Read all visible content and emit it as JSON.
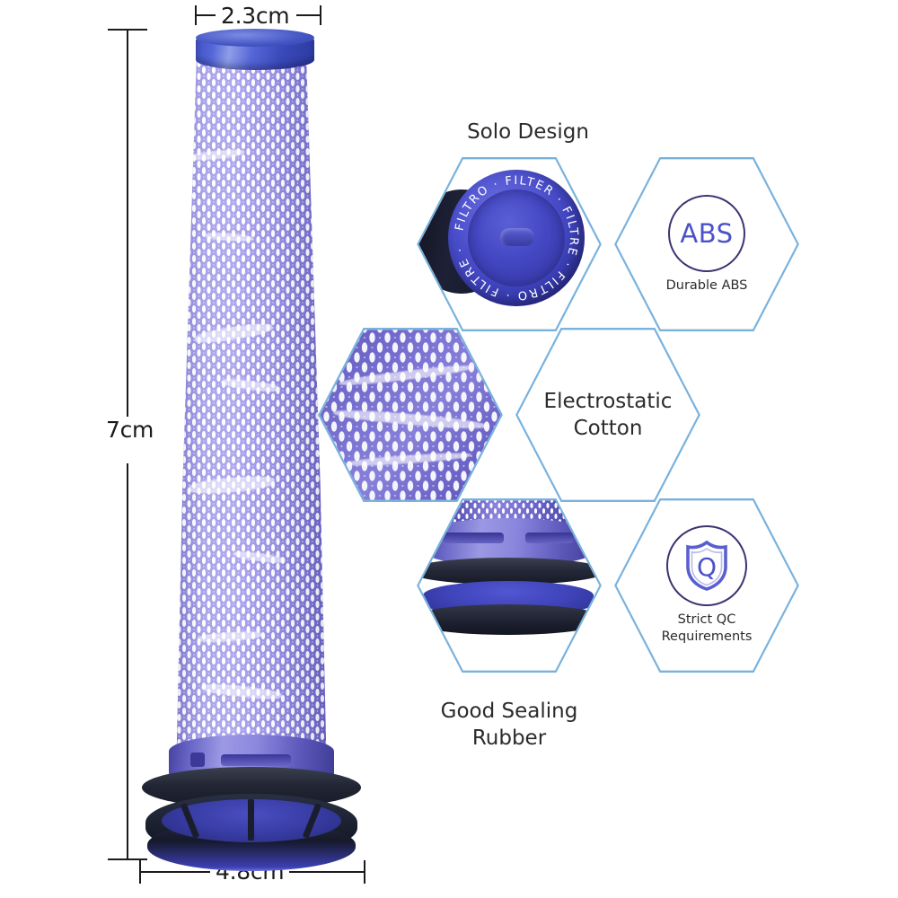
{
  "product": {
    "name": "vacuum-filter",
    "top_cap_color": "#3a49b8",
    "mesh_color": "#7d76d6",
    "rubber_color": "#1a1f2e"
  },
  "dimensions": {
    "width_top": "2.3cm",
    "height": "7cm",
    "width_bottom": "4.8cm",
    "line_color": "#1b1b1b"
  },
  "features": {
    "accent_border": "#79b2dd",
    "badge_outline": "#3b3470",
    "badge_text_color": "#4b52c8",
    "solo_design": {
      "caption": "Solo Design",
      "ring_text": [
        "FILTRO",
        "FILTER",
        "FILTRE",
        "FILTRO",
        "FILTRE"
      ]
    },
    "durable_abs": {
      "badge": "ABS",
      "label": "Durable ABS"
    },
    "electrostatic_cotton": {
      "label": "Electrostatic\nCotton"
    },
    "good_sealing_rubber": {
      "caption": "Good Sealing\nRubber"
    },
    "strict_qc": {
      "badge": "Q",
      "label": "Strict QC\nRequirements"
    }
  }
}
